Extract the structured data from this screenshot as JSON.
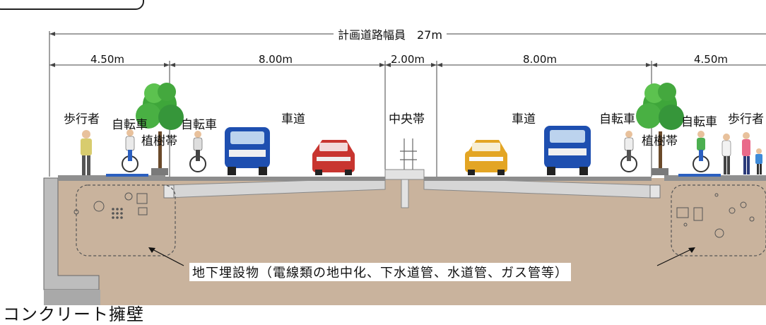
{
  "title": {
    "total_width": "計画道路幅員　27m"
  },
  "dimensions": {
    "sidewalk_left": "4.50m",
    "carriageway_left": "8.00m",
    "median": "2.00m",
    "carriageway_right": "8.00m",
    "sidewalk_right": "4.50m"
  },
  "labels": {
    "pedestrian_left": "歩行者",
    "bicycle_left_1": "自転車",
    "bicycle_left_2": "自転車",
    "planting_left": "植樹帯",
    "roadway_left": "車道",
    "median": "中央帯",
    "roadway_right": "車道",
    "bicycle_right_1": "自転車",
    "bicycle_right_2": "自転車",
    "planting_right": "植樹帯",
    "pedestrian_right": "歩行者"
  },
  "underground_label": "地下埋設物（電線類の地中化、下水道管、水道管、ガス管等）",
  "wall_label": "コンクリート擁壁",
  "colors": {
    "soil": "#c9b39d",
    "asphalt": "#9b9b9b",
    "curb": "#d9d9d9",
    "tree_green": "#3ea63a",
    "car_blue": "#1e4fb0",
    "car_red": "#c8352f",
    "car_yellow": "#e3a524",
    "sky": "#ffffff"
  }
}
